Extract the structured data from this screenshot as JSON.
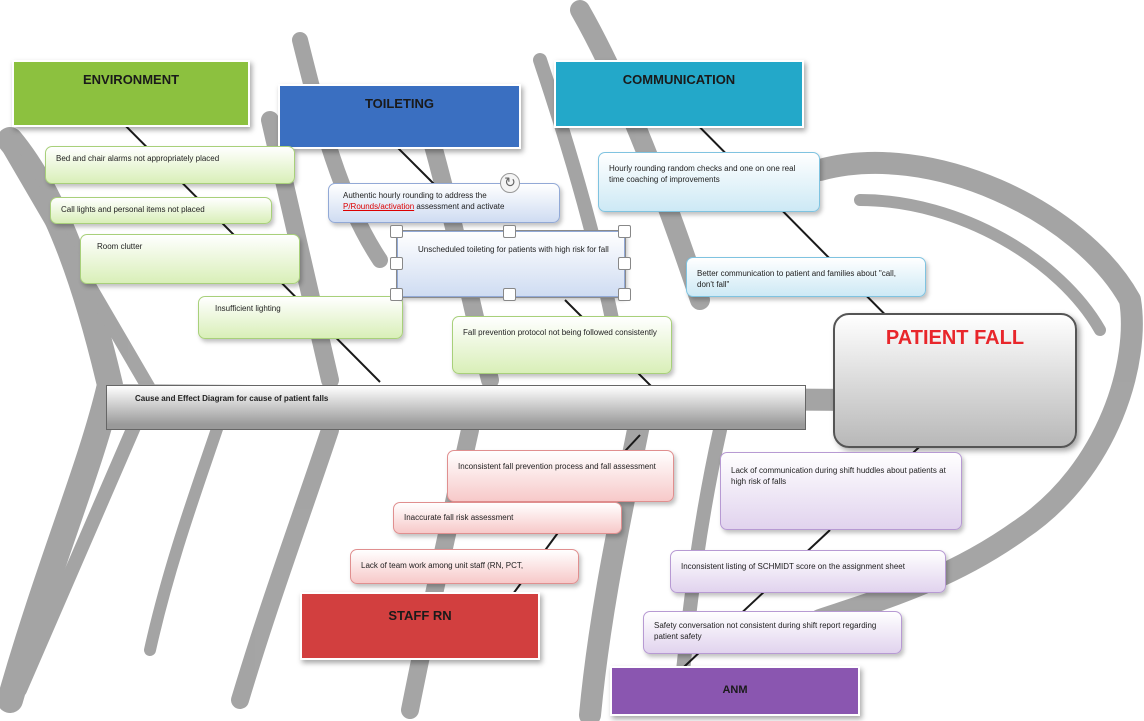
{
  "effect": {
    "label": "PATIENT FALL",
    "color": "#e8262b"
  },
  "caption": "Cause and Effect Diagram for cause of patient falls",
  "categories": {
    "environment": {
      "label": "ENVIRONMENT",
      "color": "#8cc13f"
    },
    "toileting": {
      "label": "TOILETING",
      "color": "#3a6fc1"
    },
    "communication": {
      "label": "COMMUNICATION",
      "color": "#23a8c9"
    },
    "staff_rn": {
      "label": "STAFF RN",
      "color": "#d23f3f"
    },
    "anm": {
      "label": "ANM",
      "color": "#8a56b0"
    }
  },
  "causes": {
    "environment": [
      "Bed and chair alarms not appropriately placed",
      "Call lights and personal items not placed",
      "Room clutter",
      "Insufficient lighting"
    ],
    "toileting": [
      "Authentic hourly rounding to address the",
      "assessment and activate",
      "Unscheduled toileting for patients with high risk for fall",
      "Fall prevention protocol not being followed consistently"
    ],
    "toileting_red_word": "P/Rounds/activation",
    "communication": [
      "Hourly rounding random checks and one on one real time coaching of improvements",
      "Better communication to patient and families about \"call, don't fall\""
    ],
    "staff_rn": [
      "Inconsistent fall prevention process and fall assessment",
      "Inaccurate fall risk assessment",
      "Lack of team work among unit staff (RN, PCT,"
    ],
    "staff_rn_link": "RN",
    "anm": [
      "Lack of communication during shift huddles about patients at high risk of falls",
      "Inconsistent listing of SCHMIDT score on the assignment sheet",
      "Safety conversation not consistent during shift report regarding patient safety"
    ]
  },
  "fish_color": "#9b9b9b"
}
